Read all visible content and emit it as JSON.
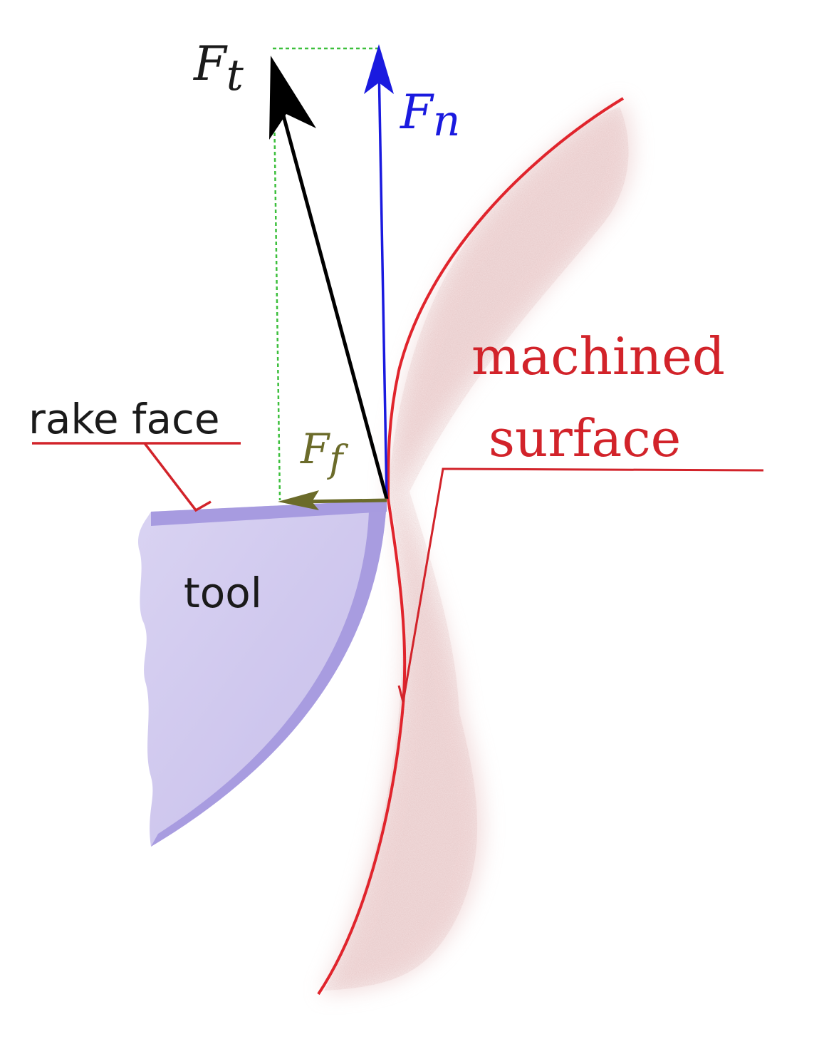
{
  "labels": {
    "ft": {
      "main": "F",
      "sub": "t"
    },
    "fn": {
      "main": "F",
      "sub": "n"
    },
    "ff": {
      "main": "F",
      "sub": "f"
    },
    "rake_face": "rake face",
    "tool": "tool",
    "machined_line1": "machined",
    "machined_line2": "surface"
  },
  "colors": {
    "ft_vector": "#000000",
    "fn_vector": "#1a1adf",
    "ff_vector": "#6b6b2a",
    "construction_lines": "#3cbf3c",
    "workpiece_outline": "#e0242c",
    "workpiece_fill": "#d9a3a3",
    "tool_fill": "#cdc6ec",
    "tool_edge": "#a79be0",
    "label_text": "#1a1a1a",
    "leader_lines": "#d2232a"
  }
}
